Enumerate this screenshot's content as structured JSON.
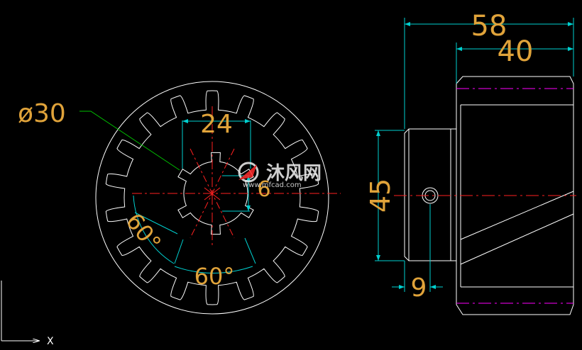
{
  "drawing": {
    "colors": {
      "background": "#000000",
      "outline": "#ffffff",
      "dimension_line": "#00d0d0",
      "dimension_text": "#e0a33a",
      "centerline": "#ff2020",
      "leader": "#00c000",
      "hidden_line": "#ff00ff"
    },
    "front_view": {
      "teeth_count": 18,
      "spline_teeth_count": 6,
      "dimensions": {
        "diameter": "ø30",
        "width": "24",
        "angle_left": "60°",
        "angle_bottom": "60°",
        "spline": "6"
      }
    },
    "side_view": {
      "dimensions": {
        "overall_length": "58",
        "gear_length": "40",
        "hub_diameter": "45",
        "hole_offset": "9"
      }
    },
    "ucs": {
      "x_label": "X"
    },
    "watermark": {
      "brand_cn": "沐风网",
      "domain": "www.mfcad.com"
    }
  }
}
